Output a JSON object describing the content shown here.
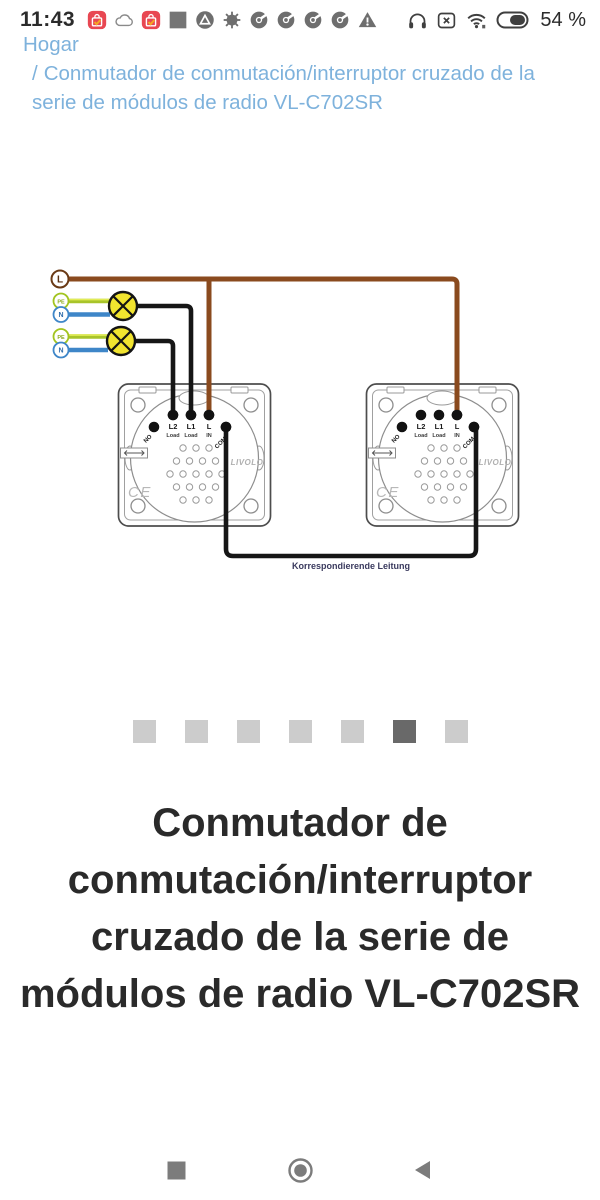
{
  "status_bar": {
    "time": "11:43",
    "battery_percent": "54 %",
    "notification_icons": [
      "aliexpress",
      "cloud",
      "aliexpress",
      "app-square",
      "antena3",
      "gear",
      "chrome",
      "chrome",
      "chrome",
      "chrome",
      "warning"
    ],
    "system_icons": [
      "headphones",
      "no-sim",
      "wifi",
      "battery"
    ]
  },
  "breadcrumb": {
    "home": "Hogar",
    "separator": "/",
    "current": "Conmutador de conmutación/interruptor cruzado de la serie de módulos de radio VL-C702SR"
  },
  "diagram": {
    "line_label": "L",
    "pe_label": "PE",
    "neutral_label": "N",
    "terminal_l2": "L2",
    "terminal_l1": "L1",
    "terminal_l": "L",
    "terminal_load": "Load",
    "terminal_in": "IN",
    "terminal_no": "NO",
    "terminal_com": "COM",
    "ce_mark": "CE",
    "brand": "LIVOLO",
    "crossover_wire_label": "Korrespondierende Leitung",
    "colors": {
      "line_wire": "#8a4a1e",
      "pe_wire": "#a8c42a",
      "pe_wire_highlight": "#e2ec55",
      "neutral_wire": "#3e86c8",
      "lamp_fill": "#f1e42f",
      "signal_wire": "#161616"
    }
  },
  "carousel": {
    "count": 7,
    "active_index": 5
  },
  "product_title": "Conmutador de conmutación/interruptor cruzado de la serie de módulos de radio VL-C702SR",
  "nav_bar": {
    "buttons": [
      "recents",
      "home",
      "back"
    ]
  },
  "ui_colors": {
    "breadcrumb_blue": "#7eb2dc",
    "carousel_active": "#696969",
    "title_text": "#2a2a2a"
  }
}
